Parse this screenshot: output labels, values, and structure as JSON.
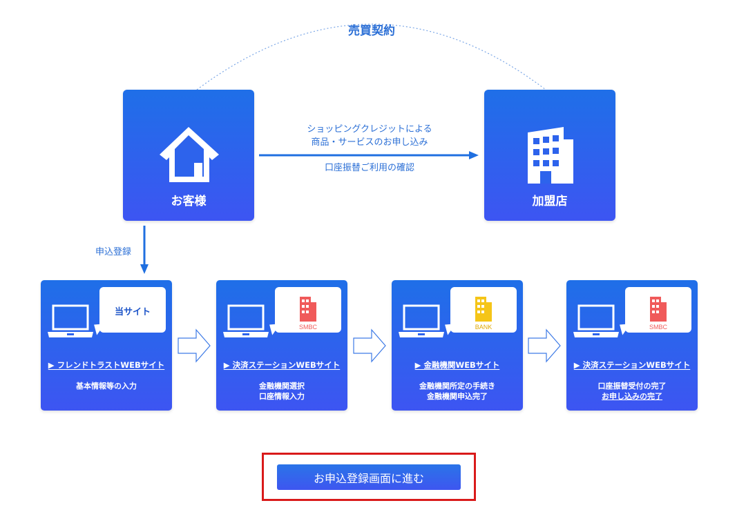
{
  "contract": {
    "label": "売買契約"
  },
  "customer": {
    "label": "お客様",
    "icon": "house-icon"
  },
  "merchant": {
    "label": "加盟店",
    "icon": "building-icon"
  },
  "flow_text": {
    "line1": "ショッピングクレジットによる",
    "line2": "商品・サービスのお申し込み",
    "line3": "口座振替ご利用の確認"
  },
  "apply_label": "申込登録",
  "steps": [
    {
      "bubble": "当サイト",
      "link": "▶ フレンドトラストWEBサイト",
      "desc1": "基本情報等の入力",
      "desc2": ""
    },
    {
      "bubble": "SMBC",
      "link": "▶ 決済ステーションWEBサイト",
      "desc1": "金融機関選択",
      "desc2": "口座情報入力"
    },
    {
      "bubble": "BANK",
      "link": "▶ 金融機関WEBサイト",
      "desc1": "金融機関所定の手続き",
      "desc2": "金融機関申込完了"
    },
    {
      "bubble": "SMBC",
      "link": "▶ 決済ステーションWEBサイト",
      "desc1": "口座振替受付の完了",
      "desc2": "お申し込みの完了"
    }
  ],
  "cta": {
    "label": "お申込登録画面に進む"
  },
  "colors": {
    "primary": "#2b6fd6",
    "card_top": "#1f6fe8",
    "card_bottom": "#3d55f2",
    "smbc_building": "#f05a5a",
    "bank_building": "#f5c518",
    "cta_frame": "#d91a1a"
  }
}
